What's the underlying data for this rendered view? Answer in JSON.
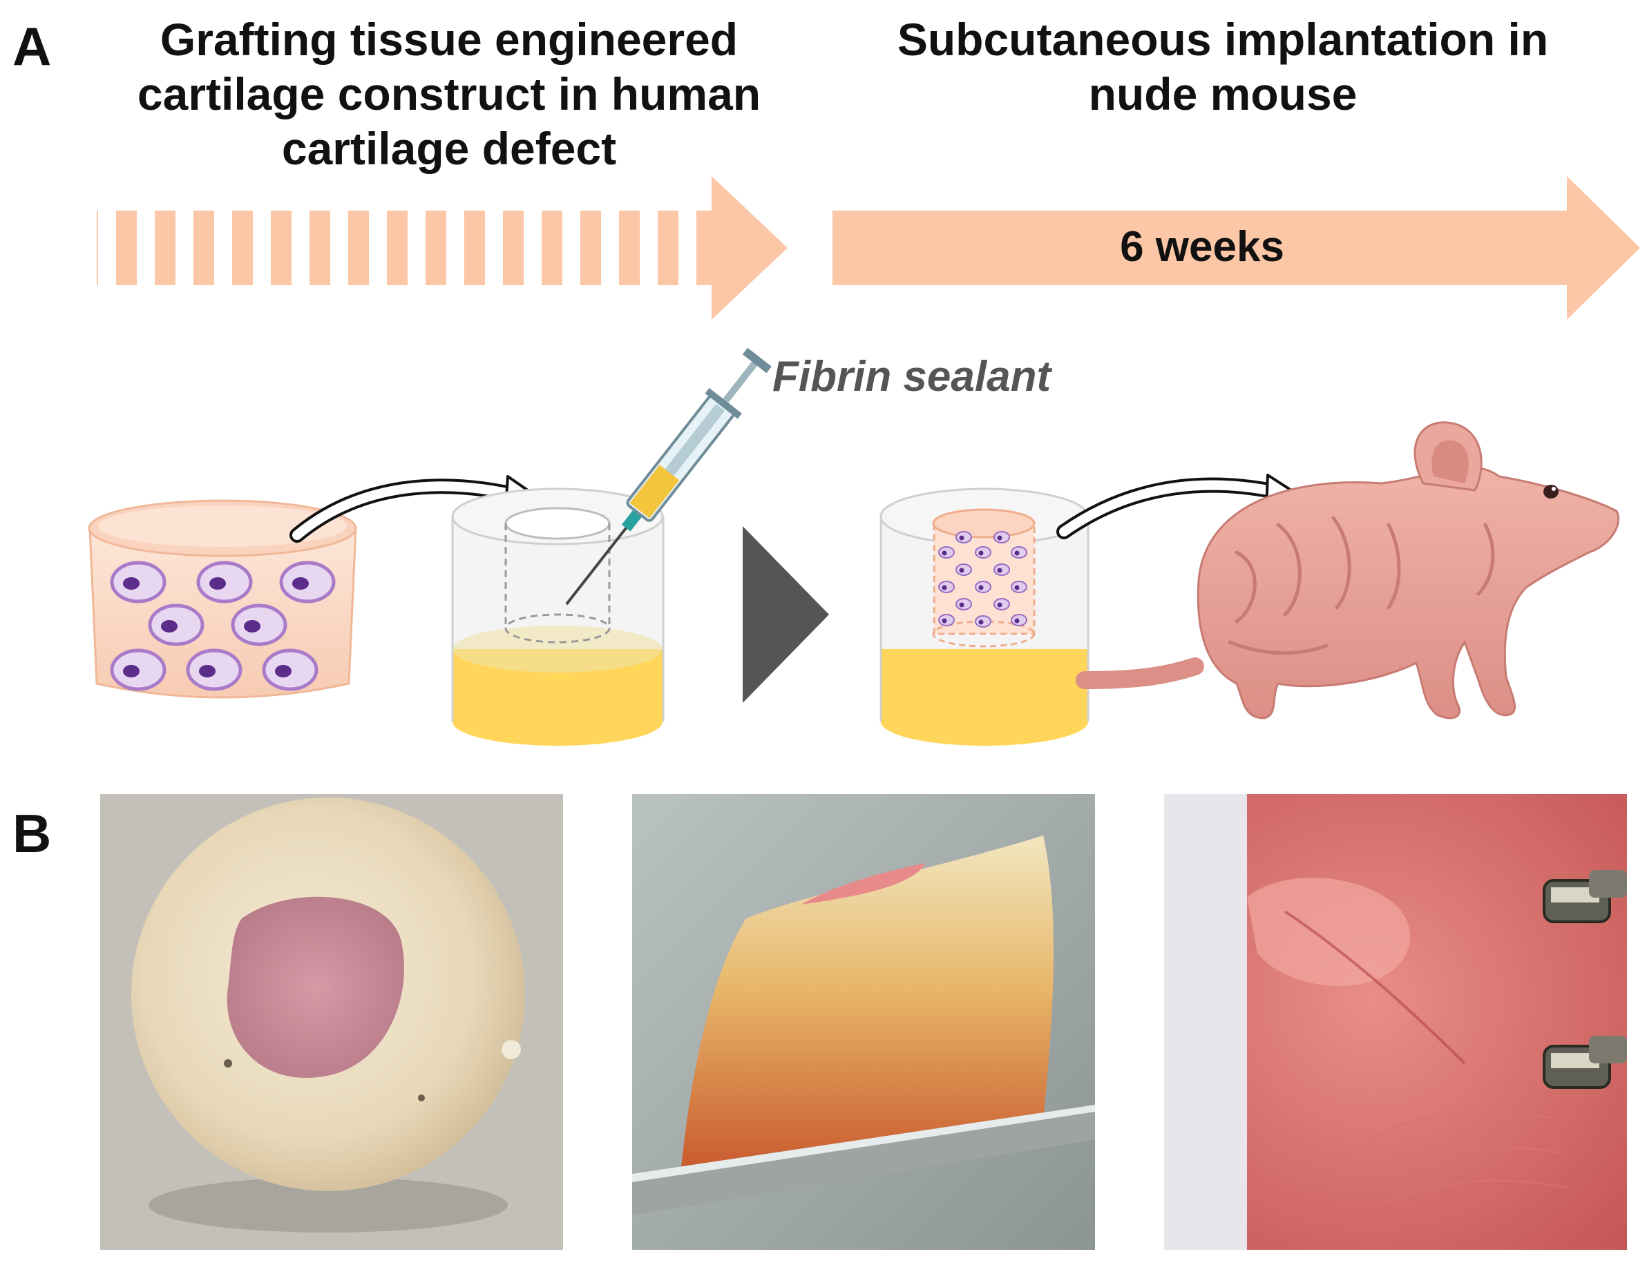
{
  "panelA": {
    "letter": "A",
    "left_title": "Grafting tissue engineered cartilage construct in human cartilage defect",
    "right_title": "Subcutaneous implantation in nude mouse",
    "duration_label": "6 weeks",
    "sealant_label": "Fibrin sealant"
  },
  "panelB": {
    "letter": "B"
  },
  "colors": {
    "arrow_fill": "#fbc7a6",
    "cell_membrane": "#a97ac8",
    "cell_fill": "#e7d7f0",
    "nucleus": "#5b2c8a",
    "base_yellow": "#ffd65a",
    "mouse_skin": "#e7a49a",
    "play_arrow": "#555555"
  }
}
